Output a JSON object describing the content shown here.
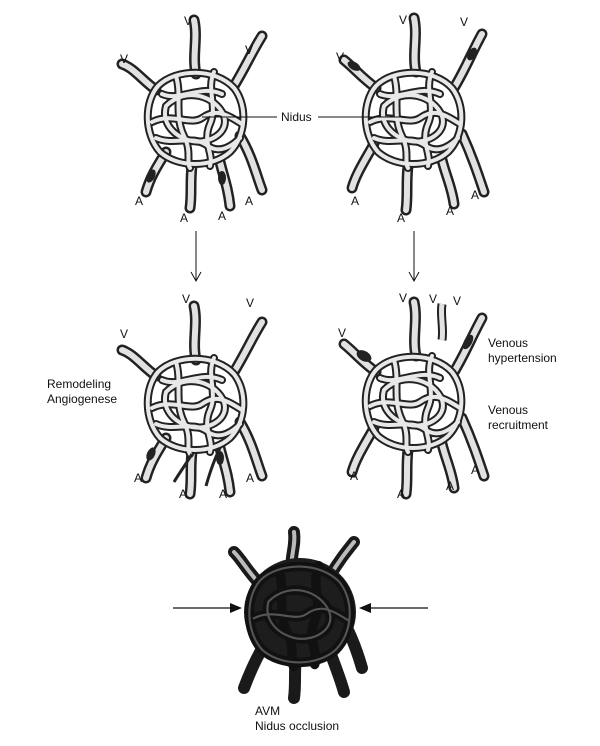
{
  "labels": {
    "nidus": "Nidus",
    "vein": "V",
    "artery": "A",
    "remodeling_line1": "Remodeling",
    "remodeling_line2": "Angiogenese",
    "venous_hypertension_line1": "Venous",
    "venous_hypertension_line2": "hypertension",
    "venous_recruitment_line1": "Venous",
    "venous_recruitment_line2": "recruitment",
    "avm_line1": "AVM",
    "avm_line2": "Nidus occlusion"
  }
}
